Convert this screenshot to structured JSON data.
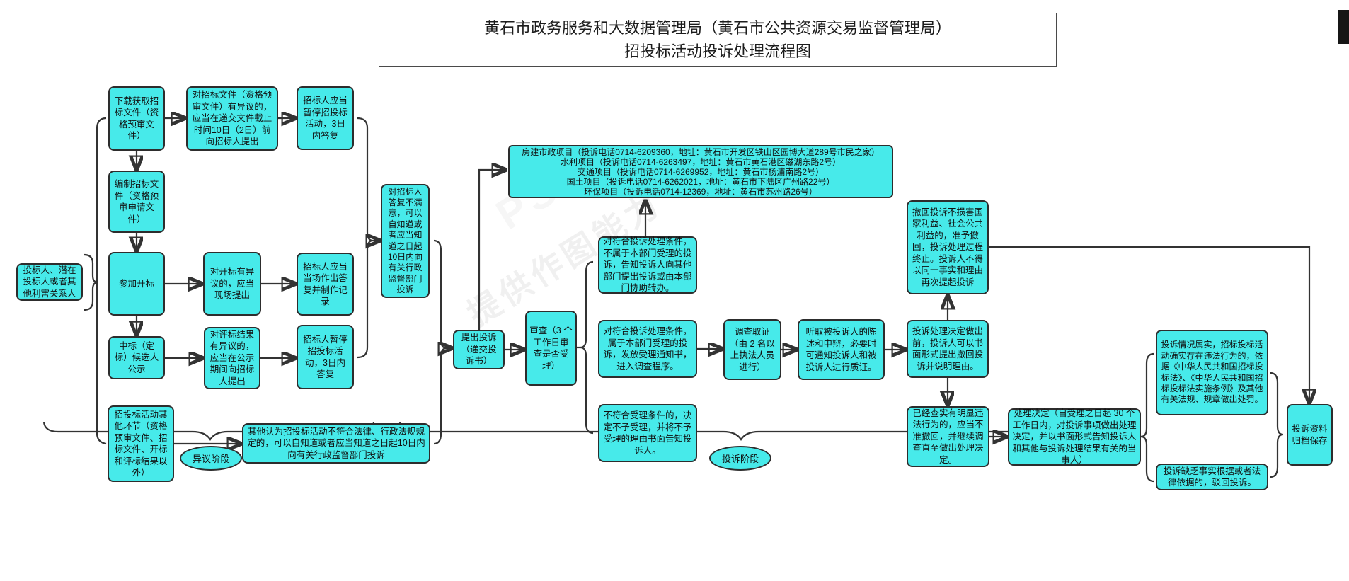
{
  "title": {
    "line1": "黄石市政务服务和大数据管理局（黄石市公共资源交易监督管理局）",
    "line2": "招投标活动投诉处理流程图"
  },
  "actors": {
    "stakeholder": "投标人、潜在投标人或者其他利害关系人"
  },
  "objection_stage": {
    "label": "异议阶段",
    "download": "下载获取招标文件（资格预审文件）",
    "prepare": "编制招标文件（资格预审申请文件）",
    "attend_opening": "参加开标",
    "winner_publicity": "中标（定标）候选人公示",
    "other_links": "招投标活动其他环节（资格预审文件、招标文件、开标和评标结果以外）",
    "doc_objection": "对招标文件（资格预审文件）有异议的，应当在递交文件截止时间10日（2日）前向招标人提出",
    "opening_objection": "对开标有异议的，应当现场提出",
    "eval_objection": "对评标结果有异议的，应当在公示期间向招标人提出",
    "suspend_reply_doc": "招标人应当暂停招投标活动，3日内答复",
    "onsite_reply": "招标人应当当场作出答复并制作记录",
    "suspend_reply_eval": "招标人暂停招投标活动，3日内答复",
    "unsatisfied": "对招标人答复不满意，可以自知道或者应当知道之日起10日内向有关行政监督部门投诉",
    "other_illegal": "其他认为招投标活动不符合法律、行政法规规定的，可以自知道或者应当知道之日起10日内向有关行政监督部门投诉"
  },
  "complaint_stage": {
    "label": "投诉阶段",
    "contacts": [
      "房建市政项目（投诉电话0714-6209360，地址：黄石市开发区铁山区园博大道289号市民之家）",
      "水利项目（投诉电话0714-6263497，地址：黄石市黄石港区磁湖东路2号）",
      "交通项目（投诉电话0714-6269952，地址：黄石市杨浦南路2号）",
      "国土项目（投诉电话0714-6262021，地址：黄石市下陆区广州路22号）",
      "环保项目（投诉电话0714-12369，地址：黄石市苏州路26号）"
    ],
    "submit": "提出投诉（递交投诉书）",
    "review": "审查（3 个工作日审查是否受理）",
    "not_our_dept": "对符合投诉处理条件，不属于本部门受理的投诉，告知投诉人向其他部门提出投诉或由本部门协助转办。",
    "our_dept": "对符合投诉处理条件，属于本部门受理的投诉，发放受理通知书，进入调查程序。",
    "not_accepted": "不符合受理条件的，决定不予受理，并将不予受理的理由书面告知投诉人。",
    "investigate": "调查取证（由 2 名以上执法人员进行）",
    "hearing": "听取被投诉人的陈述和申辩，必要时可通知投诉人和被投诉人进行质证。",
    "withdraw_request": "投诉处理决定做出前，投诉人可以书面形式提出撤回投诉并说明理由。",
    "withdraw_ok": "撤回投诉不损害国家利益、社会公共利益的，准予撤回，投诉处理过程终止。投诉人不得以同一事实和理由再次提起投诉",
    "withdraw_denied": "已经查实有明显违法行为的，应当不准撤回，并继续调查直至做出处理决定。",
    "decision": "处理决定（自受理之日起 30 个工作日内，对投诉事项做出处理决定，并以书面形式告知投诉人和其他与投诉处理结果有关的当事人）",
    "punish": "投诉情况属实，招标投标活动确实存在违法行为的，依据《中华人民共和国招标投标法》、《中华人民共和国招标投标法实施条例》及其他有关法规、规章做出处罚。",
    "reject": "投诉缺乏事实根据或者法律依据的，驳回投诉。",
    "archive": "投诉资料归档保存"
  },
  "watermark": "提供作图能力",
  "colors": {
    "node_fill": "#47EAEA",
    "node_border": "#2d2d2d",
    "line": "#333333"
  }
}
